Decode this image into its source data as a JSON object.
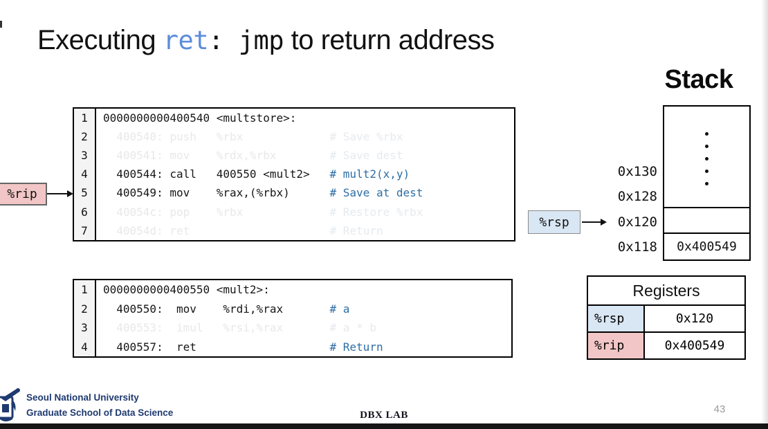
{
  "title": {
    "seg_executing": "Executing ",
    "seg_ret": "ret",
    "seg_colon": ": ",
    "seg_jmp": "jmp",
    "seg_rest": " to return address"
  },
  "code_block_top": {
    "lines": [
      {
        "num": "1",
        "text": "0000000000400540 <multstore>:",
        "comment": "",
        "line_cls": "active",
        "comment_cls": "active"
      },
      {
        "num": "2",
        "text": "  400540: push   %rbx             ",
        "comment": "# Save %rbx",
        "line_cls": "faded",
        "comment_cls": "c-faded"
      },
      {
        "num": "3",
        "text": "  400541: mov    %rdx,%rbx        ",
        "comment": "# Save dest",
        "line_cls": "faded",
        "comment_cls": "c-faded"
      },
      {
        "num": "4",
        "text": "  400544: call   400550 <mult2>   ",
        "comment": "# mult2(x,y)",
        "line_cls": "active",
        "comment_cls": "c-blue"
      },
      {
        "num": "5",
        "text": "  400549: mov    %rax,(%rbx)      ",
        "comment": "# Save at dest",
        "line_cls": "active",
        "comment_cls": "c-blue"
      },
      {
        "num": "6",
        "text": "  40054c: pop    %rbx             ",
        "comment": "# Restore %rbx",
        "line_cls": "faded",
        "comment_cls": "c-faded"
      },
      {
        "num": "7",
        "text": "  40054d: ret                     ",
        "comment": "# Return",
        "line_cls": "faded",
        "comment_cls": "c-faded"
      }
    ]
  },
  "code_block_bottom": {
    "lines": [
      {
        "num": "1",
        "text": "0000000000400550 <mult2>:",
        "comment": "",
        "line_cls": "active",
        "comment_cls": "active"
      },
      {
        "num": "2",
        "text": "  400550:  mov    %rdi,%rax       ",
        "comment": "# a",
        "line_cls": "active",
        "comment_cls": "c-blue"
      },
      {
        "num": "3",
        "text": "  400553:  imul   %rsi,%rax       ",
        "comment": "# a * b",
        "line_cls": "faded",
        "comment_cls": "c-faded"
      },
      {
        "num": "4",
        "text": "  400557:  ret                    ",
        "comment": "# Return",
        "line_cls": "active",
        "comment_cls": "c-blue"
      }
    ]
  },
  "rip_label": "%rip",
  "rsp_label": "%rsp",
  "stack": {
    "title": "Stack",
    "dots": [
      {
        "glyph": "•"
      },
      {
        "glyph": "•"
      },
      {
        "glyph": "•"
      },
      {
        "glyph": "•"
      },
      {
        "glyph": "•"
      }
    ],
    "addresses": [
      "0x130",
      "0x128",
      "0x120",
      "0x118"
    ],
    "cells": {
      "c120": "",
      "c118": "0x400549"
    }
  },
  "registers": {
    "title": "Registers",
    "rows": [
      {
        "name": "%rsp",
        "value": "0x120",
        "cls": "bg-blue"
      },
      {
        "name": "%rip",
        "value": "0x400549",
        "cls": "bg-pink"
      }
    ]
  },
  "footer": {
    "org_line1": "Seoul National University",
    "org_line2": "Graduate School of Data Science",
    "lab": "DBX LAB",
    "page": "43"
  },
  "colors": {
    "comment_blue": "#2e6da4",
    "ret_blue": "#5c8ddb",
    "rip_pink": "#f2c6c6",
    "rsp_blue": "#d9e6f4",
    "navy_logo": "#1e3a70"
  }
}
